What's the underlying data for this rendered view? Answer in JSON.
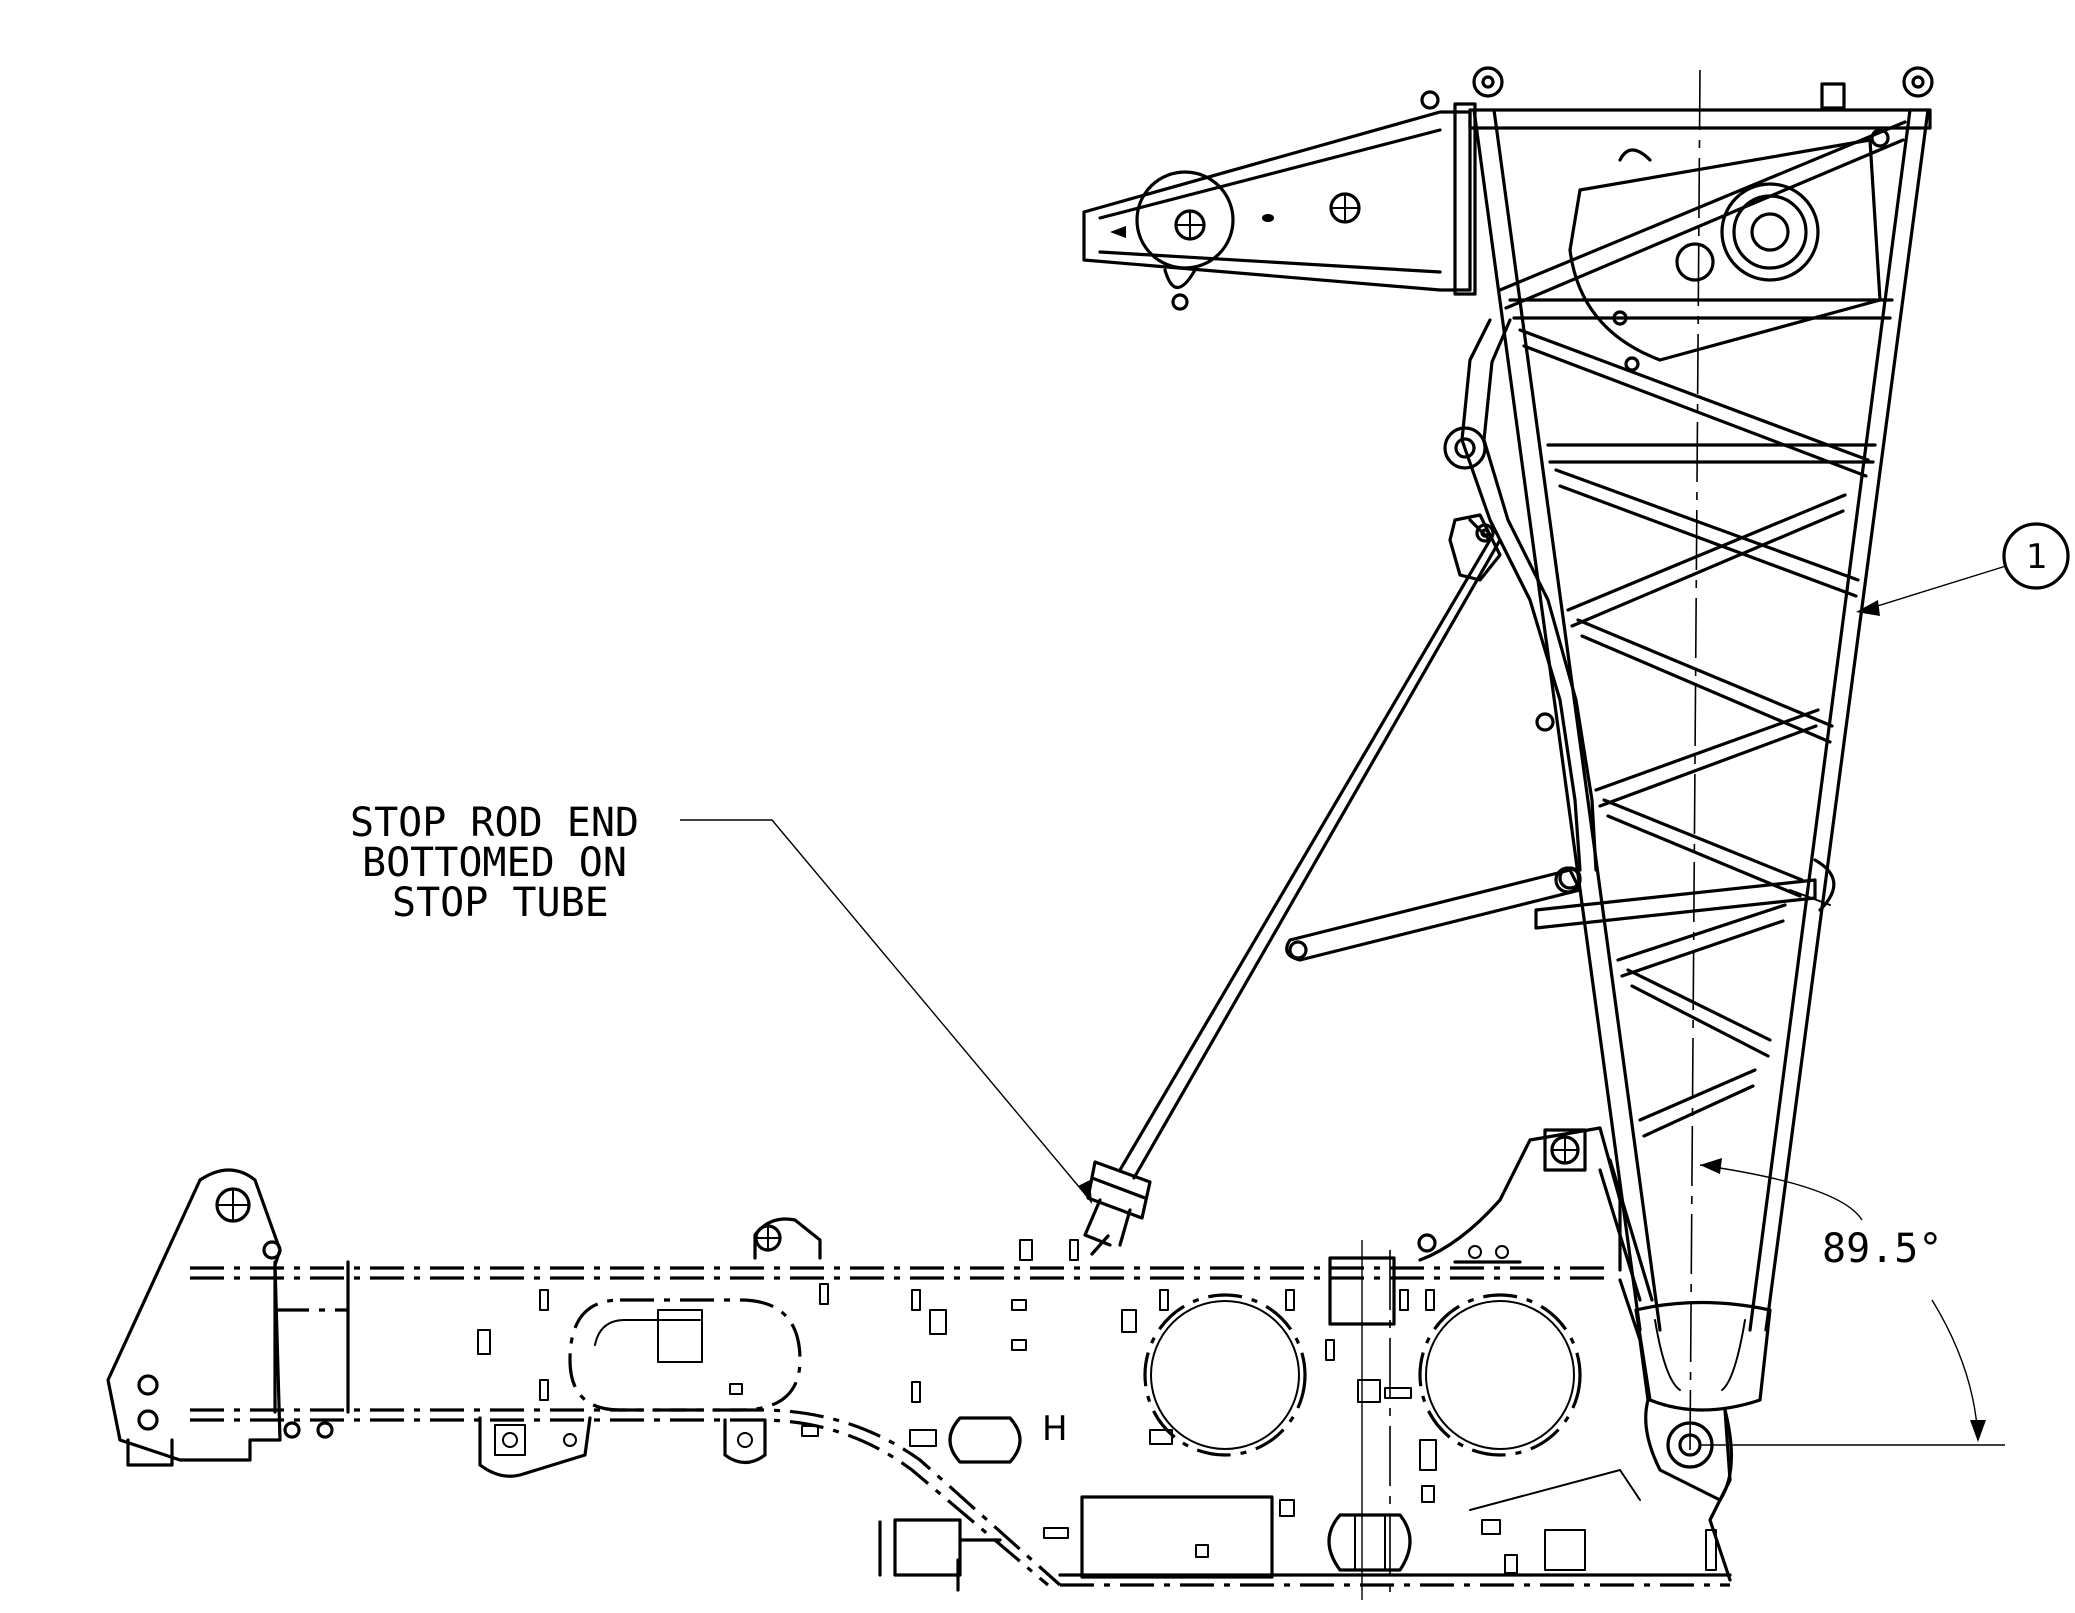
{
  "callout": {
    "line1": "STOP ROD END",
    "line2": "BOTTOMED ON",
    "line3": "STOP TUBE"
  },
  "angle": {
    "label": "89.5°"
  },
  "balloon": {
    "number": "1"
  }
}
